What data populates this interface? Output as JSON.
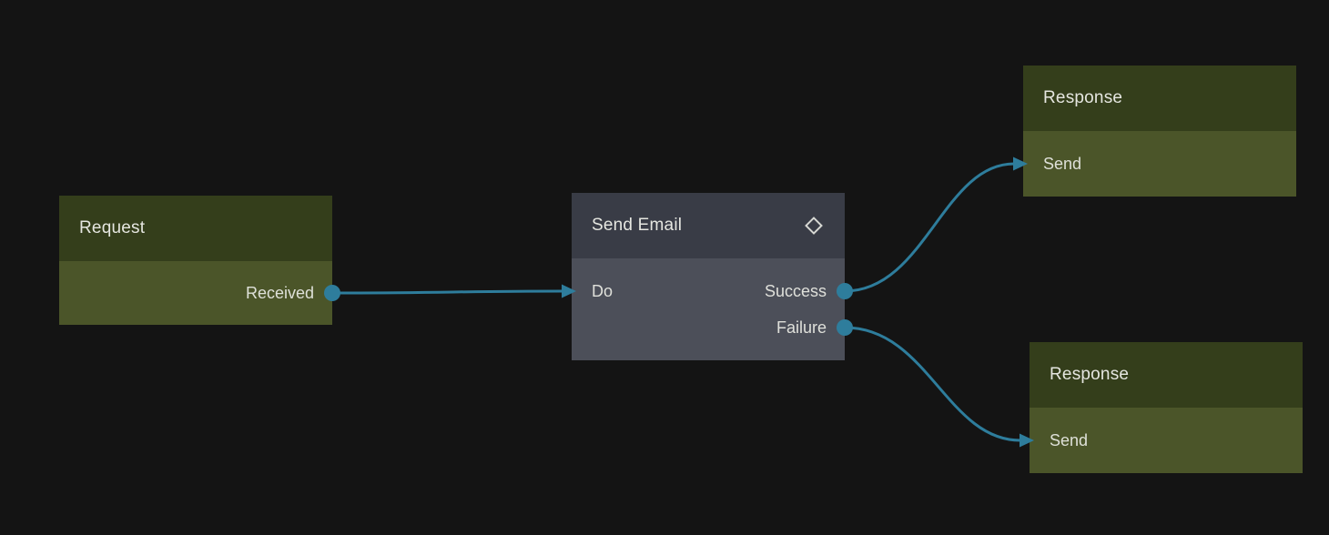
{
  "canvas": {
    "type": "node-flow-editor"
  },
  "colors": {
    "background": "#141414",
    "olive-header": "#343e1b",
    "olive-body": "#4b5529",
    "slate-header": "#393c46",
    "slate-body": "#4c4f59",
    "edge": "#2e7d9c",
    "text": "#e5e6e0"
  },
  "nodes": {
    "request": {
      "title": "Request",
      "outputs": [
        {
          "id": "request.received",
          "label": "Received"
        }
      ]
    },
    "send_email": {
      "title": "Send Email",
      "icon": "diamond-icon",
      "inputs": [
        {
          "id": "send_email.do",
          "label": "Do"
        }
      ],
      "outputs": [
        {
          "id": "send_email.success",
          "label": "Success"
        },
        {
          "id": "send_email.failure",
          "label": "Failure"
        }
      ]
    },
    "response_top": {
      "title": "Response",
      "inputs": [
        {
          "id": "response_top.send",
          "label": "Send"
        }
      ]
    },
    "response_bottom": {
      "title": "Response",
      "inputs": [
        {
          "id": "response_bottom.send",
          "label": "Send"
        }
      ]
    }
  },
  "edges": [
    {
      "from": "request.received",
      "to": "send_email.do"
    },
    {
      "from": "send_email.success",
      "to": "response_top.send"
    },
    {
      "from": "send_email.failure",
      "to": "response_bottom.send"
    }
  ]
}
